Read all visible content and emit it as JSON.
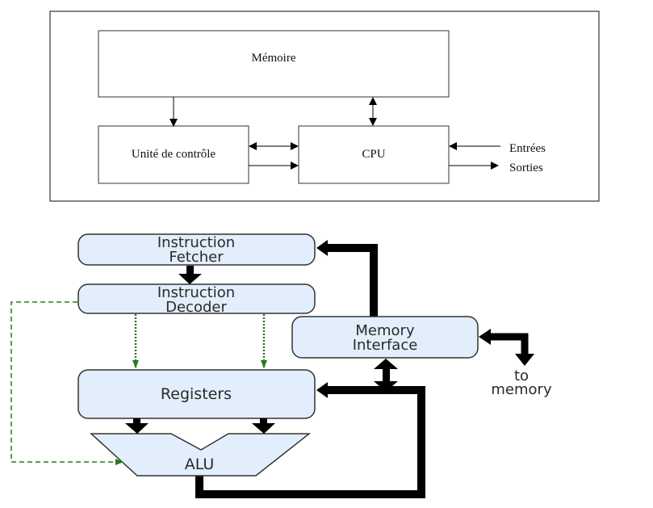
{
  "top_diagram": {
    "memory": "Mémoire",
    "control_unit": "Unité de contrôle",
    "cpu": "CPU",
    "inputs": "Entrées",
    "outputs": "Sorties"
  },
  "bottom_diagram": {
    "fetcher": [
      "Instruction",
      "Fetcher"
    ],
    "decoder": [
      "Instruction",
      "Decoder"
    ],
    "registers": "Registers",
    "alu": "ALU",
    "memory_interface": [
      "Memory",
      "Interface"
    ],
    "to_memory": [
      "to",
      "memory"
    ]
  },
  "colors": {
    "box_fill": "#e2eefb",
    "box_stroke": "#333333",
    "control_flow": "#2a7a1e",
    "data_flow": "#000000"
  }
}
